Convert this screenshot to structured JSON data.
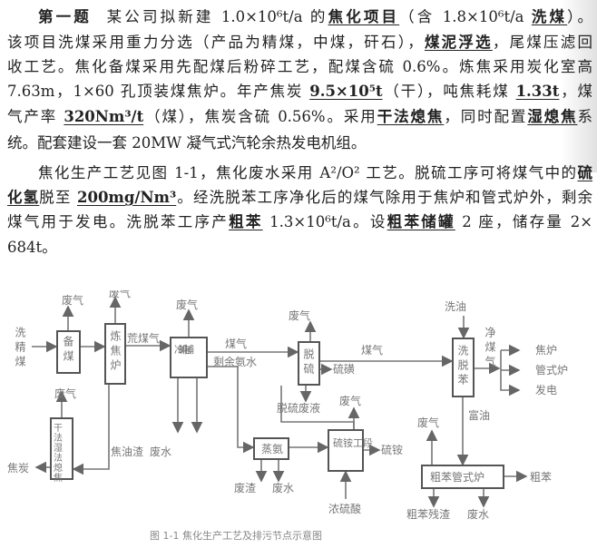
{
  "text": {
    "l1": {
      "title": "第一题",
      "a": "某公司拟新建 1.0×10⁶t/a 的",
      "u1": "焦化项目",
      "b": "（含 1.8×10⁶t/a ",
      "u2": "洗煤",
      "c": "）。"
    },
    "l2": {
      "a": "该项目洗煤采用重力分选（产品为精煤，中煤，矸石），",
      "u1": "煤泥浮选",
      "b": "，尾煤压滤回"
    },
    "l3": {
      "a": "收工艺。焦化备煤采用先配煤后粉碎工艺，配煤含硫 0.6%。炼焦采用炭化室高"
    },
    "l4": {
      "a": "7.63m，1×60 孔顶装煤焦炉。年产焦炭 ",
      "u1": "9.5×10⁵t",
      "b": "（干），吨焦耗煤 ",
      "u2": "1.33t",
      "c": "，煤"
    },
    "l5": {
      "a": "气产率 ",
      "u1": "320Nm³/t",
      "b": "（煤），焦炭含硫 0.56%。采用",
      "u2": "干法熄焦",
      "c": "，同时配置",
      "u3": "湿熄焦",
      "d": "系"
    },
    "l6": {
      "a": "统。配套建设一套 20MW 凝气式汽轮余热发电机组。"
    },
    "l7": {
      "a": "焦化生产工艺见图 1-1，焦化废水采用 A²/O² 工艺。脱硫工序可将煤气中的",
      "u1": "硫"
    },
    "l8": {
      "u1": "化氢",
      "a": "脱至 ",
      "u2": "200mg/Nm³",
      "b": "。经洗脱苯工序净化后的煤气除用于焦炉和管式炉外，剩余"
    },
    "l9": {
      "a": "煤气用于发电。洗脱苯工序产",
      "u1": "粗苯",
      "b": " 1.3×10⁶t/a。设",
      "u2": "粗苯储罐",
      "c": " 2 座，储存量 2×"
    },
    "l10": {
      "a": "684t。"
    }
  },
  "figure": {
    "boxes": {
      "bm": "备煤",
      "ljl": "炼焦炉",
      "lq": "冷却电捕",
      "tl": "脱硫",
      "xtb": "洗脱苯",
      "gf": "干法湿法熄焦",
      "za": "蒸氨",
      "la": "硫铵工段",
      "cb": "粗苯管式炉"
    },
    "labels": {
      "xjm": "洗精煤",
      "fq": "废气",
      "hmq": "荒煤气",
      "mq": "煤气",
      "syas": "剩余氨水",
      "jyz": "焦油渣",
      "fs": "废水",
      "lh": "硫磺",
      "tlfy": "脱硫废液",
      "xy": "洗油",
      "jmq": "净煤气",
      "jl": "焦炉",
      "gsl": "管式炉",
      "fd": "发电",
      "fy": "富油",
      "jt": "焦炭",
      "fz": "废渣",
      "nls": "浓硫酸",
      "la": "硫铵",
      "cb": "粗苯",
      "cbcz": "粗苯残渣"
    },
    "caption": "图 1-1  焦化生产工艺及排污节点示意图"
  }
}
